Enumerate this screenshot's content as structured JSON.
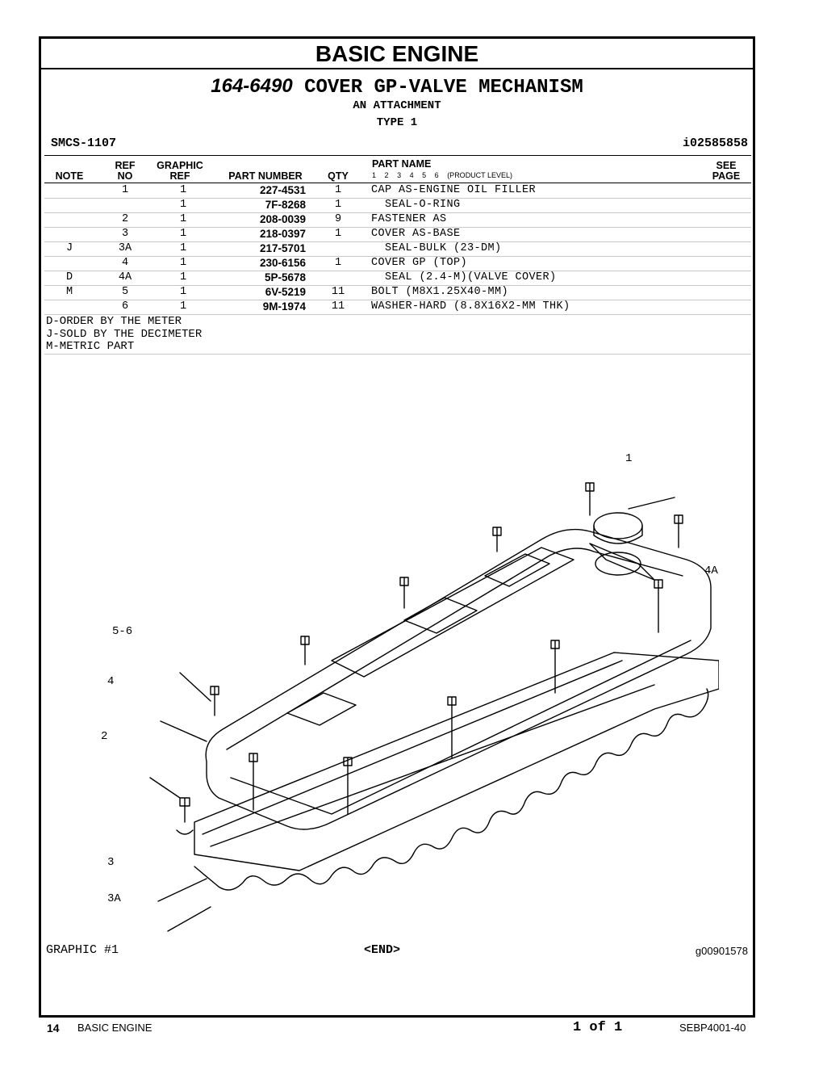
{
  "section_title": "BASIC ENGINE",
  "doc": {
    "part_number": "164-6490",
    "title": "COVER GP-VALVE MECHANISM",
    "subtitle1": "AN ATTACHMENT",
    "subtitle2": "TYPE 1",
    "smcs": "SMCS-1107",
    "ident": "i02585858"
  },
  "table": {
    "headers": {
      "note": "NOTE",
      "ref1": "REF",
      "ref2": "NO",
      "gref1": "GRAPHIC",
      "gref2": "REF",
      "part_number": "PART NUMBER",
      "qty": "QTY",
      "part_name": "PART NAME",
      "levels": [
        "1",
        "2",
        "3",
        "4",
        "5",
        "6"
      ],
      "levels_label": "(PRODUCT LEVEL)",
      "see1": "SEE",
      "see2": "PAGE"
    },
    "rows": [
      {
        "note": "",
        "ref": "1",
        "gref": "1",
        "pn": "227-4531",
        "qty": "1",
        "name": "CAP AS-ENGINE OIL FILLER"
      },
      {
        "note": "",
        "ref": "",
        "gref": "1",
        "pn": "7F-8268",
        "qty": "1",
        "name": "  SEAL-O-RING"
      },
      {
        "note": "",
        "ref": "2",
        "gref": "1",
        "pn": "208-0039",
        "qty": "9",
        "name": "FASTENER AS"
      },
      {
        "note": "",
        "ref": "3",
        "gref": "1",
        "pn": "218-0397",
        "qty": "1",
        "name": "COVER AS-BASE"
      },
      {
        "note": "J",
        "ref": "3A",
        "gref": "1",
        "pn": "217-5701",
        "qty": "",
        "name": "  SEAL-BULK (23-DM)"
      },
      {
        "note": "",
        "ref": "4",
        "gref": "1",
        "pn": "230-6156",
        "qty": "1",
        "name": "COVER GP (TOP)"
      },
      {
        "note": "D",
        "ref": "4A",
        "gref": "1",
        "pn": "5P-5678",
        "qty": "",
        "name": "  SEAL (2.4-M)(VALVE COVER)"
      },
      {
        "note": "M",
        "ref": "5",
        "gref": "1",
        "pn": "6V-5219",
        "qty": "11",
        "name": "BOLT (M8X1.25X40-MM)"
      },
      {
        "note": "",
        "ref": "6",
        "gref": "1",
        "pn": "9M-1974",
        "qty": "11",
        "name": "WASHER-HARD (8.8X16X2-MM THK)"
      }
    ],
    "notes": [
      "D-ORDER BY THE METER",
      "J-SOLD BY THE DECIMETER",
      "M-METRIC PART"
    ]
  },
  "graphic": {
    "callouts": [
      "1",
      "4A",
      "5-6",
      "4",
      "2",
      "3",
      "3A"
    ],
    "label": "GRAPHIC #1",
    "end": "<END>",
    "id": "g00901578"
  },
  "footer": {
    "page": "14",
    "section": "BASIC ENGINE",
    "pager": "1 of 1",
    "doc": "SEBP4001-40"
  }
}
